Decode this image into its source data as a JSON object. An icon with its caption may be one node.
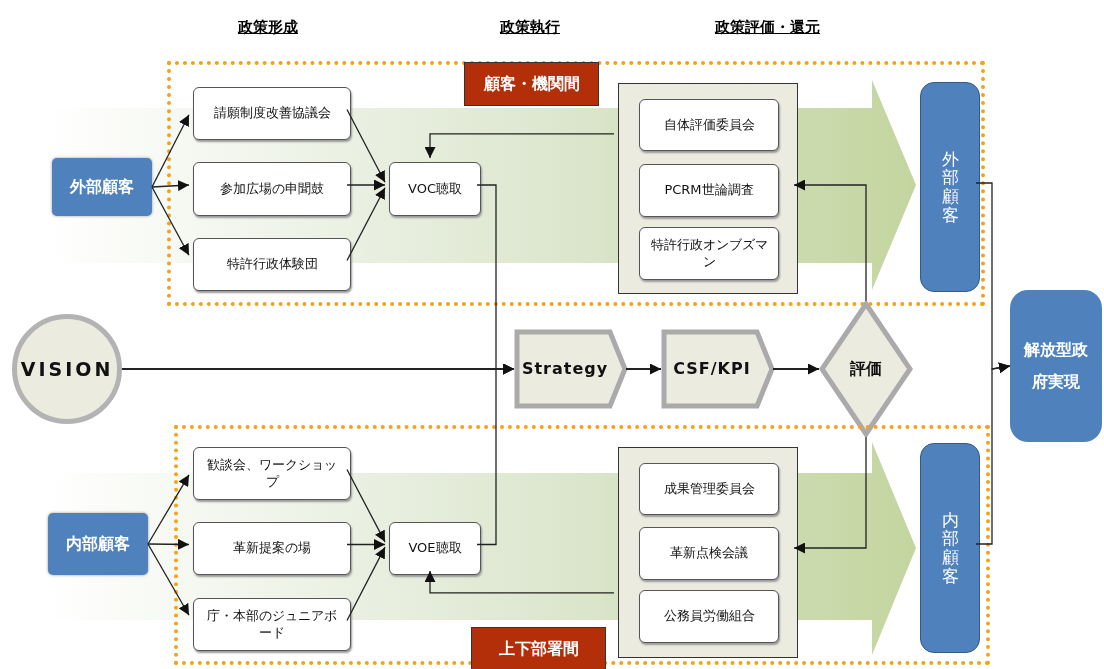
{
  "diagram": {
    "nodes": [
      {
        "text": [
          "顧客・機関間"
        ]
      },
      {
        "text": [
          "外部顧客"
        ]
      },
      {
        "text": [
          "請願制度改善協議会"
        ],
        "in": 0
      },
      {
        "text": [
          "参加広場の申聞鼓"
        ],
        "in": 0
      },
      {
        "text": [
          "特許行政体験団"
        ],
        "in": 0
      },
      {
        "text": [
          "VOC聴取"
        ],
        "in": 0
      },
      {
        "text": [],
        "shape": "box",
        "in": 0
      },
      {
        "text": [
          "自体評価委員会"
        ],
        "in": 6
      },
      {
        "text": [
          "PCRM世論調査"
        ],
        "in": 6
      },
      {
        "text": [
          "特許行政オンブズマン"
        ],
        "in": 6
      },
      {
        "text": [
          "外部顧客"
        ],
        "in": 0
      },
      {
        "text": [
          "VISION"
        ]
      },
      {
        "text": [
          "Strategy"
        ]
      },
      {
        "text": [
          "CSF/KPI"
        ]
      },
      {
        "text": [
          "評価"
        ]
      },
      {
        "text": [
          "解放型政府実現"
        ]
      },
      {
        "text": [
          "上下部署間"
        ]
      },
      {
        "text": [
          "内部顧客"
        ]
      },
      {
        "text": [
          "歓談会、ワークショップ"
        ],
        "in": 16
      },
      {
        "text": [
          "革新提案の場"
        ],
        "in": 16
      },
      {
        "text": [
          "庁・本部のジュニアボード"
        ],
        "in": 16
      },
      {
        "text": [
          "VOE聴取"
        ],
        "in": 16
      },
      {
        "text": [],
        "shape": "box",
        "in": 16
      },
      {
        "text": [
          "成果管理委員会"
        ],
        "in": 22
      },
      {
        "text": [
          "革新点検会議"
        ],
        "in": 22
      },
      {
        "text": [
          "公務員労働組合"
        ],
        "in": 22
      },
      {
        "text": [
          "内部顧客"
        ],
        "in": 16
      }
    ],
    "edges": [
      {
        "from": 1,
        "to": 2,
        "arrow": "to"
      },
      {
        "from": 1,
        "to": 3,
        "arrow": "to"
      },
      {
        "from": 1,
        "to": 4,
        "arrow": "to"
      },
      {
        "from": 2,
        "to": 5,
        "arrow": "to"
      },
      {
        "from": 3,
        "to": 5,
        "arrow": "to"
      },
      {
        "from": 4,
        "to": 5,
        "arrow": "to"
      },
      {
        "from": 6,
        "to": 5,
        "arrow": "to"
      },
      {
        "from": 5,
        "to": 12,
        "arrow": "to"
      },
      {
        "from": 21,
        "to": 12,
        "arrow": "to"
      },
      {
        "from": 11,
        "to": 12,
        "arrow": "to"
      },
      {
        "from": 12,
        "to": 13,
        "arrow": "to"
      },
      {
        "from": 13,
        "to": 14,
        "arrow": "to"
      },
      {
        "from": 14,
        "to": 6,
        "arrow": "to"
      },
      {
        "from": 14,
        "to": 22,
        "arrow": "to"
      },
      {
        "from": 22,
        "to": 21,
        "arrow": "to"
      },
      {
        "from": 10,
        "to": 15,
        "arrow": "to"
      },
      {
        "from": 26,
        "to": 15,
        "arrow": "to"
      },
      {
        "from": 17,
        "to": 18,
        "arrow": "to"
      },
      {
        "from": 17,
        "to": 19,
        "arrow": "to"
      },
      {
        "from": 17,
        "to": 20,
        "arrow": "to"
      },
      {
        "from": 18,
        "to": 21,
        "arrow": "to"
      },
      {
        "from": 19,
        "to": 21,
        "arrow": "to"
      },
      {
        "from": 20,
        "to": 21,
        "arrow": "to"
      }
    ],
    "labels": [
      "政策形成",
      "政策執行",
      "政策評価・還元"
    ]
  }
}
